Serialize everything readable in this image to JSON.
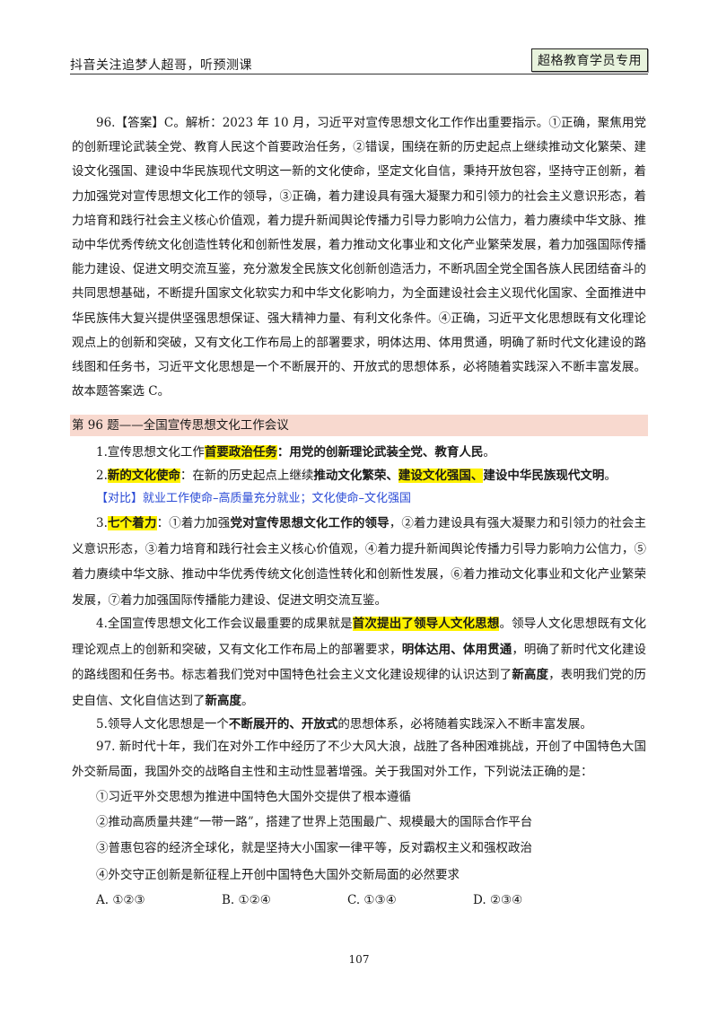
{
  "header": {
    "left_text": "抖音关注追梦人超哥，听预测课",
    "stamp": "超格教育学员专用"
  },
  "answer96": {
    "text": "96.【答案】C。解析：2023 年 10 月，习近平对宣传思想文化工作作出重要指示。①正确，聚焦用党的创新理论武装全党、教育人民这个首要政治任务，②错误，围绕在新的历史起点上继续推动文化繁荣、建设文化强国、建设中华民族现代文明这一新的文化使命，坚定文化自信，秉持开放包容，坚持守正创新，着力加强党对宣传思想文化工作的领导，③正确，着力建设具有强大凝聚力和引领力的社会主义意识形态，着力培育和践行社会主义核心价值观，着力提升新闻舆论传播力引导力影响力公信力，着力赓续中华文脉、推动中华优秀传统文化创造性转化和创新性发展，着力推动文化事业和文化产业繁荣发展，着力加强国际传播能力建设、促进文明交流互鉴，充分激发全民族文化创新创造活力，不断巩固全党全国各族人民团结奋斗的共同思想基础，不断提升国家文化软实力和中华文化影响力，为全面建设社会主义现代化国家、全面推进中华民族伟大复兴提供坚强思想保证、强大精神力量、有利文化条件。④正确，习近平文化思想既有文化理论观点上的创新和突破，又有文化工作布局上的部署要求，明体达用、体用贯通，明确了新时代文化建设的路线图和任务书，习近平文化思想是一个不断展开的、开放式的思想体系，必将随着实践深入不断丰富发展。故本题答案选 C。"
  },
  "banner": "第 96 题——全国宣传思想文化工作会议",
  "points": {
    "p1": {
      "a": "1.宣传思想文化工作",
      "b": "首要政治任务",
      "c": "：",
      "d": "用党的创新理论武装全党、教育人民",
      "e": "。"
    },
    "p2": {
      "a": "2.",
      "b": "新的文化使命",
      "c": "：在新的历史起点上继续",
      "d": "推动文化繁荣、",
      "e": "建设文化强国、",
      "f": "建设中华民族现代文明",
      "g": "。"
    },
    "compare": "【对比】就业工作使命–高质量充分就业；文化使命–文化强国",
    "p3": {
      "a": "3.",
      "b": "七个着力",
      "c": "：①着力加强",
      "d": "党对宣传思想文化工作的领导",
      "e": "，②着力建设具有强大凝聚力和引领力的社会主义意识形态，③着力培育和践行社会主义核心价值观，④着力提升新闻舆论传播力引导力影响力公信力，⑤着力赓续中华文脉、推动中华优秀传统文化创造性转化和创新性发展，⑥着力推动文化事业和文化产业繁荣发展，⑦着力加强国际传播能力建设、促进文明交流互鉴。"
    },
    "p4": {
      "a": "4.全国宣传思想文化工作会议最重要的成果就是",
      "b": "首次提出了领导人文化思想",
      "c": "。领导人文化思想既有文化理论观点上的创新和突破，又有文化工作布局上的部署要求，",
      "d": "明体达用、体用贯通",
      "e": "，明确了新时代文化建设的路线图和任务书。标志着我们党对中国特色社会主义文化建设规律的认识达到了",
      "f": "新高度",
      "g": "，表明我们党的历史自信、文化自信达到了",
      "h": "新高度",
      "i": "。"
    },
    "p5": {
      "a": "5.领导人文化思想是一个",
      "b": "不断展开的、开放式",
      "c": "的思想体系，必将随着实践深入不断丰富发展。"
    }
  },
  "question97": {
    "stem": "97. 新时代十年，我们在对外工作中经历了不少大风大浪，战胜了各种困难挑战，开创了中国特色大国外交新局面，我国外交的战略自主性和主动性显著增强。关于我国对外工作，下列说法正确的是：",
    "statements": [
      "①习近平外交思想为推进中国特色大国外交提供了根本遵循",
      "②推动高质量共建“一带一路”，搭建了世界上范围最广、规模最大的国际合作平台",
      "③普惠包容的经济全球化，就是坚持大小国家一律平等，反对霸权主义和强权政治",
      "④外交守正创新是新征程上开创中国特色大国外交新局面的必然要求"
    ],
    "choices": [
      "A. ①②③",
      "B. ①②④",
      "C. ①③④",
      "D. ②③④"
    ]
  },
  "page_number": "107"
}
